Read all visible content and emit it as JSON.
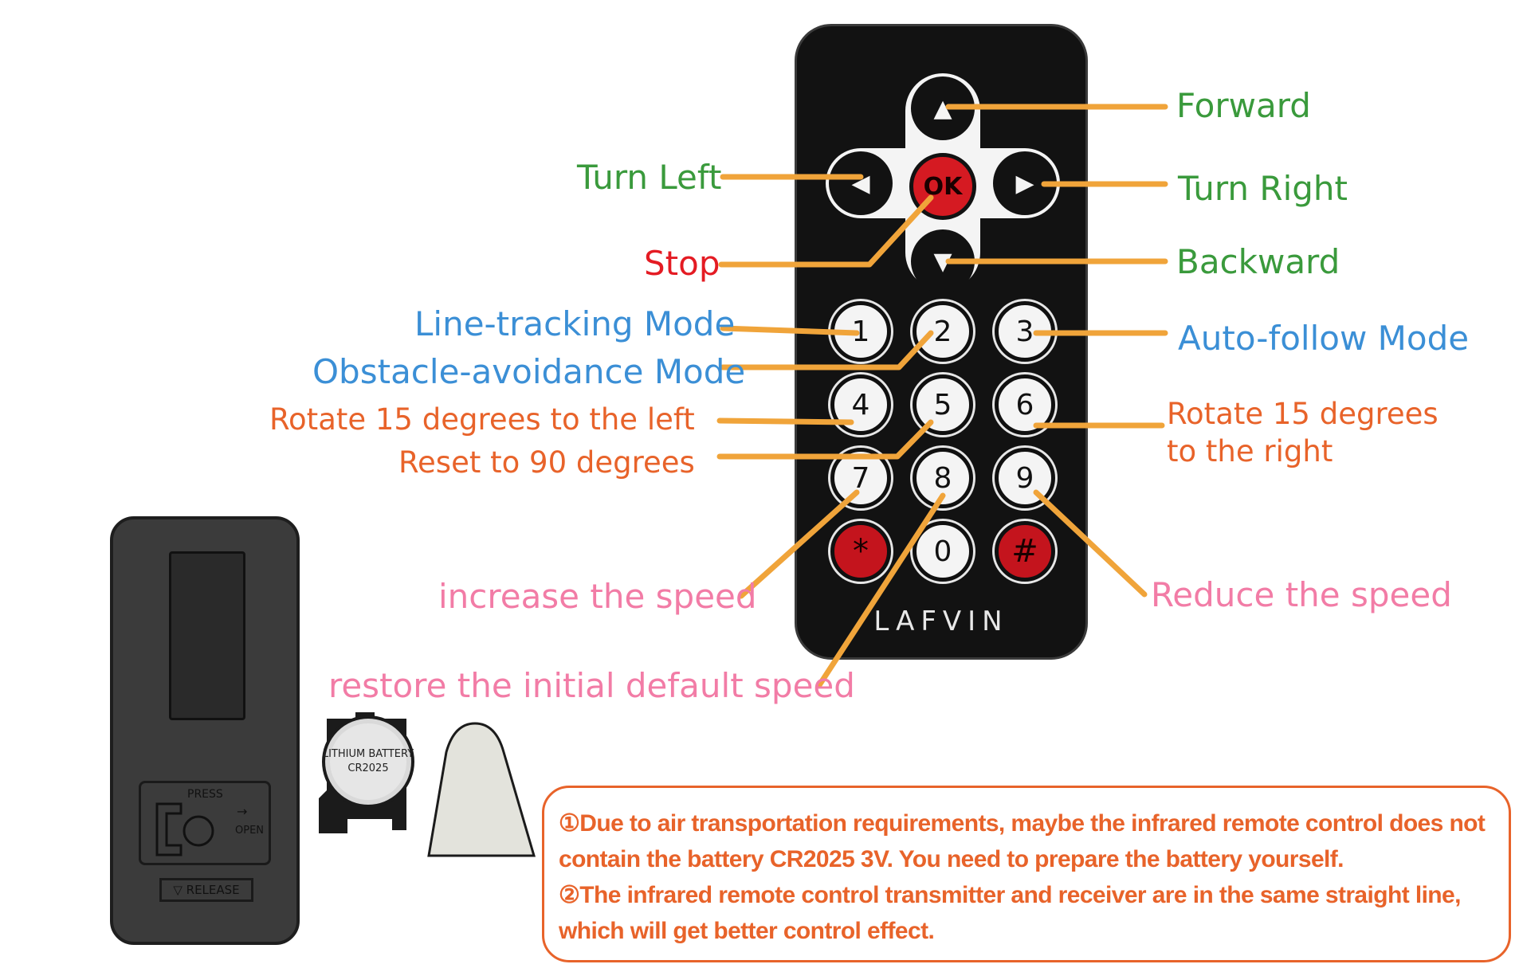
{
  "remote": {
    "ok_label": "OK",
    "up_glyph": "▲",
    "down_glyph": "▼",
    "left_glyph": "◀",
    "right_glyph": "▶",
    "keys": [
      "1",
      "2",
      "3",
      "4",
      "5",
      "6",
      "7",
      "8",
      "9",
      "*",
      "0",
      "#"
    ],
    "brand": "LAFVIN"
  },
  "labels": {
    "forward": "Forward",
    "turn_left": "Turn Left",
    "turn_right": "Turn Right",
    "stop": "Stop",
    "backward": "Backward",
    "line_tracking": "Line-tracking Mode",
    "auto_follow": "Auto-follow Mode",
    "obstacle_avoidance": "Obstacle-avoidance Mode",
    "rotate_left": "Rotate 15 degrees to the left",
    "rotate_right": "Rotate 15 degrees to the right",
    "reset_90": "Reset to 90 degrees",
    "increase_speed": "increase the speed",
    "reduce_speed": "Reduce the speed",
    "restore_speed": "restore the initial default speed"
  },
  "back": {
    "press": "PRESS",
    "open": "OPEN",
    "release": "▽ RELEASE"
  },
  "battery": {
    "line1": "LITHIUM BATTERY",
    "line2": "CR2025"
  },
  "note": {
    "line1": "①Due to air transportation requirements, maybe the infrared remote control does not contain the battery CR2025 3V. You need to prepare the battery yourself.",
    "line2": "②The infrared remote control transmitter and receiver are in the same straight line, which will get better control effect."
  },
  "colors": {
    "green": "#3a9a3c",
    "red": "#e41b23",
    "blue": "#3b8fd6",
    "orange": "#e8632a",
    "pink": "#f27ca6",
    "leader": "#f0a43a"
  }
}
